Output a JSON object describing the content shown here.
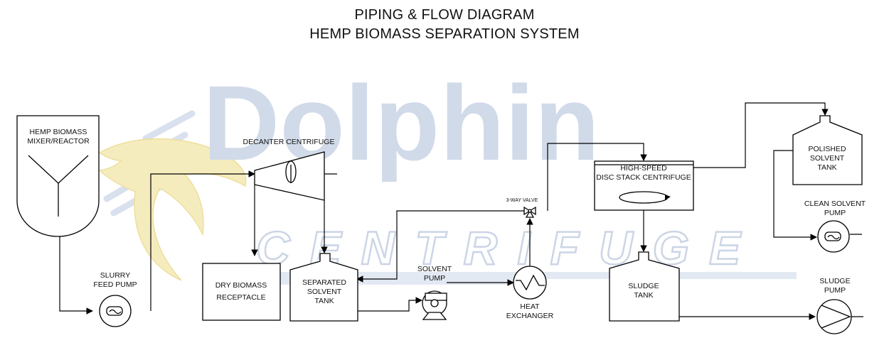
{
  "title": {
    "line1": "PIPING & FLOW DIAGRAM",
    "line2": "HEMP BIOMASS SEPARATION SYSTEM"
  },
  "watermark": {
    "brand": "Dolphin",
    "sub": "CENTRIFUGE",
    "color": "#c9d4e6",
    "accent_color": "#f3e6a6"
  },
  "labels": {
    "mixer_line1": "HEMP BIOMASS",
    "mixer_line2": "MIXER/REACTOR",
    "decanter": "DECANTER CENTRIFUGE",
    "slurry_line1": "SLURRY",
    "slurry_line2": "FEED PUMP",
    "dry_line1": "DRY BIOMASS",
    "dry_line2": "RECEPTACLE",
    "separated_line1": "SEPARATED",
    "separated_line2": "SOLVENT",
    "separated_line3": "TANK",
    "solvent_pump_line1": "SOLVENT",
    "solvent_pump_line2": "PUMP",
    "valve": "3-WAY VALVE",
    "hx_line1": "HEAT",
    "hx_line2": "EXCHANGER",
    "disc_line1": "HIGH-SPEED",
    "disc_line2": "DISC STACK CENTRIFUGE",
    "sludge_tank_line1": "SLUDGE",
    "sludge_tank_line2": "TANK",
    "polished_line1": "POLISHED",
    "polished_line2": "SOLVENT",
    "polished_line3": "TANK",
    "clean_pump_line1": "CLEAN SOLVENT",
    "clean_pump_line2": "PUMP",
    "sludge_pump_line1": "SLUDGE",
    "sludge_pump_line2": "PUMP"
  }
}
